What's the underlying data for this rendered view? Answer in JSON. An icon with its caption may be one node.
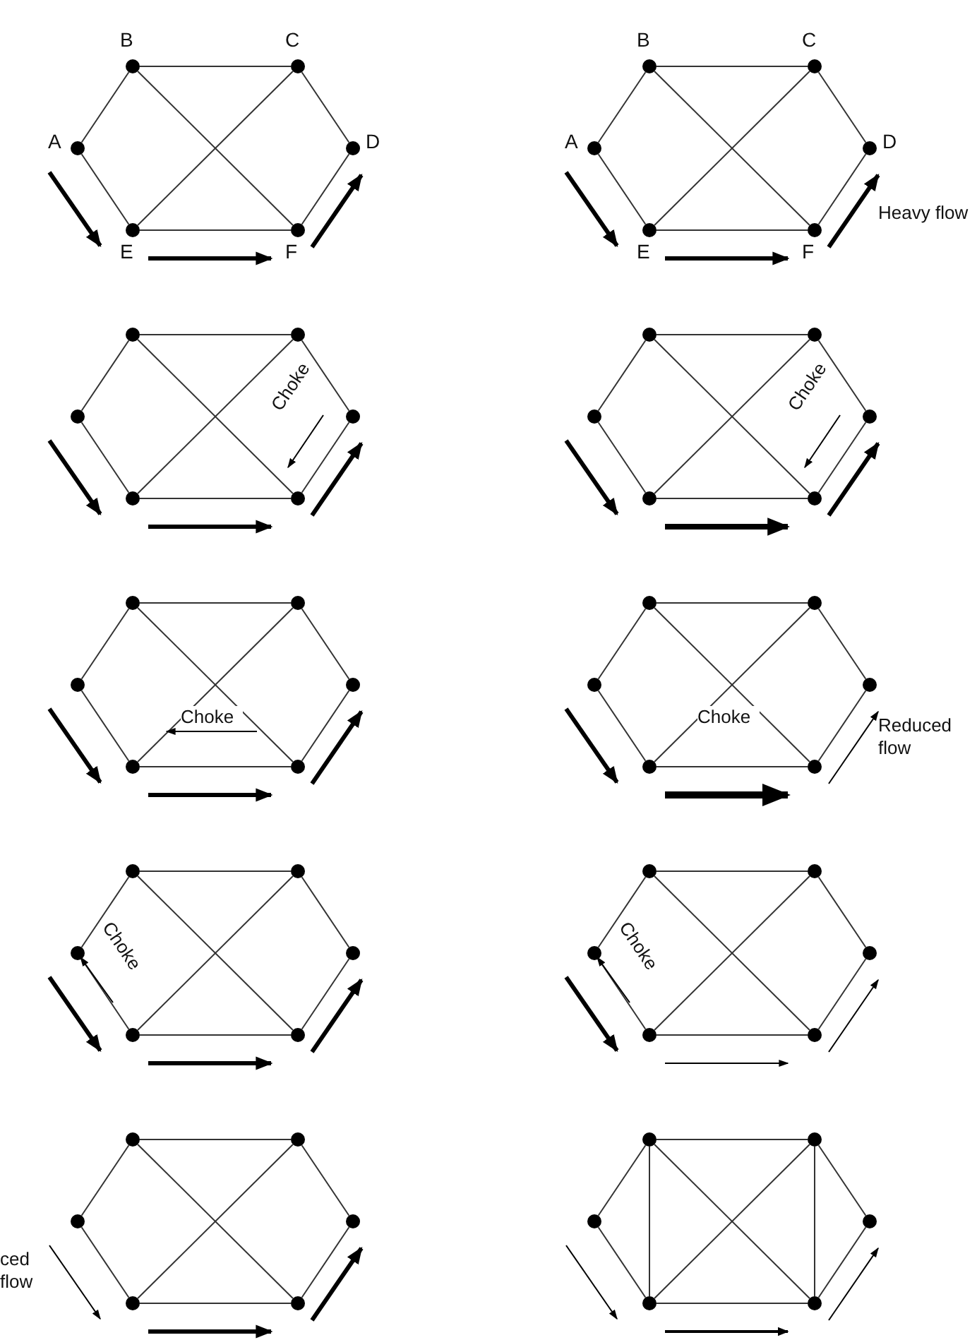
{
  "diagram": {
    "nodes": [
      {
        "text": [],
        "shape": "circle",
        "beside": [
          "B"
        ]
      },
      {
        "text": [],
        "shape": "circle",
        "beside": [
          "C"
        ]
      },
      {
        "text": [],
        "shape": "circle",
        "beside": [
          "A"
        ]
      },
      {
        "text": [],
        "shape": "circle",
        "beside": [
          "D"
        ]
      },
      {
        "text": [],
        "shape": "circle",
        "beside": [
          "E"
        ]
      },
      {
        "text": [],
        "shape": "circle",
        "beside": [
          "F"
        ]
      },
      {
        "text": [],
        "shape": "circle",
        "beside": [
          "B"
        ]
      },
      {
        "text": [],
        "shape": "circle",
        "beside": [
          "C"
        ]
      },
      {
        "text": [],
        "shape": "circle",
        "beside": [
          "A"
        ]
      },
      {
        "text": [],
        "shape": "circle",
        "beside": [
          "D"
        ]
      },
      {
        "text": [],
        "shape": "circle",
        "beside": [
          "E"
        ]
      },
      {
        "text": [],
        "shape": "circle",
        "beside": [
          "F"
        ]
      },
      {
        "text": [],
        "shape": "circle"
      },
      {
        "text": [],
        "shape": "circle"
      },
      {
        "text": [],
        "shape": "circle"
      },
      {
        "text": [],
        "shape": "circle"
      },
      {
        "text": [],
        "shape": "circle"
      },
      {
        "text": [],
        "shape": "circle"
      },
      {
        "text": [],
        "shape": "circle"
      },
      {
        "text": [],
        "shape": "circle"
      },
      {
        "text": [],
        "shape": "circle"
      },
      {
        "text": [],
        "shape": "circle"
      },
      {
        "text": [],
        "shape": "circle"
      },
      {
        "text": [],
        "shape": "circle"
      },
      {
        "text": [],
        "shape": "circle"
      },
      {
        "text": [],
        "shape": "circle"
      },
      {
        "text": [],
        "shape": "circle"
      },
      {
        "text": [],
        "shape": "circle"
      },
      {
        "text": [],
        "shape": "circle"
      },
      {
        "text": [],
        "shape": "circle"
      },
      {
        "text": [],
        "shape": "circle"
      },
      {
        "text": [],
        "shape": "circle"
      },
      {
        "text": [],
        "shape": "circle"
      },
      {
        "text": [],
        "shape": "circle"
      },
      {
        "text": [],
        "shape": "circle"
      },
      {
        "text": [],
        "shape": "circle"
      },
      {
        "text": [],
        "shape": "circle"
      },
      {
        "text": [],
        "shape": "circle"
      },
      {
        "text": [],
        "shape": "circle"
      },
      {
        "text": [],
        "shape": "circle"
      },
      {
        "text": [],
        "shape": "circle"
      },
      {
        "text": [],
        "shape": "circle"
      },
      {
        "text": [],
        "shape": "circle"
      },
      {
        "text": [],
        "shape": "circle"
      },
      {
        "text": [],
        "shape": "circle"
      },
      {
        "text": [],
        "shape": "circle"
      },
      {
        "text": [],
        "shape": "circle"
      },
      {
        "text": [],
        "shape": "circle"
      },
      {
        "text": [],
        "shape": "circle"
      },
      {
        "text": [],
        "shape": "circle"
      },
      {
        "text": [],
        "shape": "circle"
      },
      {
        "text": [],
        "shape": "circle"
      },
      {
        "text": [],
        "shape": "circle"
      },
      {
        "text": [],
        "shape": "circle"
      },
      {
        "text": [],
        "shape": "circle"
      },
      {
        "text": [],
        "shape": "circle"
      },
      {
        "text": [],
        "shape": "circle"
      },
      {
        "text": [],
        "shape": "circle"
      },
      {
        "text": [],
        "shape": "circle"
      },
      {
        "text": [],
        "shape": "circle"
      }
    ],
    "edges": [
      {
        "from": 2,
        "to": 0,
        "arrow": "none"
      },
      {
        "from": 0,
        "to": 1,
        "arrow": "none"
      },
      {
        "from": 1,
        "to": 3,
        "arrow": "none"
      },
      {
        "from": 2,
        "to": 4,
        "arrow": "none"
      },
      {
        "from": 4,
        "to": 5,
        "arrow": "none"
      },
      {
        "from": 5,
        "to": 3,
        "arrow": "none"
      },
      {
        "from": 0,
        "to": 5,
        "arrow": "none"
      },
      {
        "from": 1,
        "to": 4,
        "arrow": "none"
      },
      {
        "from": 8,
        "to": 6,
        "arrow": "none"
      },
      {
        "from": 6,
        "to": 7,
        "arrow": "none"
      },
      {
        "from": 7,
        "to": 9,
        "arrow": "none"
      },
      {
        "from": 8,
        "to": 10,
        "arrow": "none"
      },
      {
        "from": 10,
        "to": 11,
        "arrow": "none"
      },
      {
        "from": 11,
        "to": 9,
        "arrow": "none"
      },
      {
        "from": 6,
        "to": 11,
        "arrow": "none"
      },
      {
        "from": 7,
        "to": 10,
        "arrow": "none"
      },
      {
        "from": 14,
        "to": 12,
        "arrow": "none"
      },
      {
        "from": 12,
        "to": 13,
        "arrow": "none"
      },
      {
        "from": 13,
        "to": 15,
        "arrow": "none"
      },
      {
        "from": 14,
        "to": 16,
        "arrow": "none"
      },
      {
        "from": 16,
        "to": 17,
        "arrow": "none"
      },
      {
        "from": 17,
        "to": 15,
        "arrow": "none"
      },
      {
        "from": 12,
        "to": 17,
        "arrow": "none"
      },
      {
        "from": 13,
        "to": 16,
        "arrow": "none"
      },
      {
        "from": 20,
        "to": 18,
        "arrow": "none"
      },
      {
        "from": 18,
        "to": 19,
        "arrow": "none"
      },
      {
        "from": 19,
        "to": 21,
        "arrow": "none"
      },
      {
        "from": 20,
        "to": 22,
        "arrow": "none"
      },
      {
        "from": 22,
        "to": 23,
        "arrow": "none"
      },
      {
        "from": 23,
        "to": 21,
        "arrow": "none"
      },
      {
        "from": 18,
        "to": 23,
        "arrow": "none"
      },
      {
        "from": 19,
        "to": 22,
        "arrow": "none"
      },
      {
        "from": 26,
        "to": 24,
        "arrow": "none"
      },
      {
        "from": 24,
        "to": 25,
        "arrow": "none"
      },
      {
        "from": 25,
        "to": 27,
        "arrow": "none"
      },
      {
        "from": 26,
        "to": 28,
        "arrow": "none"
      },
      {
        "from": 28,
        "to": 29,
        "arrow": "none"
      },
      {
        "from": 29,
        "to": 27,
        "arrow": "none"
      },
      {
        "from": 24,
        "to": 29,
        "arrow": "none"
      },
      {
        "from": 25,
        "to": 28,
        "arrow": "none"
      },
      {
        "from": 32,
        "to": 30,
        "arrow": "none"
      },
      {
        "from": 30,
        "to": 31,
        "arrow": "none"
      },
      {
        "from": 31,
        "to": 33,
        "arrow": "none"
      },
      {
        "from": 32,
        "to": 34,
        "arrow": "none"
      },
      {
        "from": 34,
        "to": 35,
        "arrow": "none"
      },
      {
        "from": 35,
        "to": 33,
        "arrow": "none"
      },
      {
        "from": 30,
        "to": 35,
        "arrow": "none"
      },
      {
        "from": 31,
        "to": 34,
        "arrow": "none"
      },
      {
        "from": 38,
        "to": 36,
        "arrow": "none"
      },
      {
        "from": 36,
        "to": 37,
        "arrow": "none"
      },
      {
        "from": 37,
        "to": 39,
        "arrow": "none"
      },
      {
        "from": 38,
        "to": 40,
        "arrow": "none"
      },
      {
        "from": 40,
        "to": 41,
        "arrow": "none"
      },
      {
        "from": 41,
        "to": 39,
        "arrow": "none"
      },
      {
        "from": 36,
        "to": 41,
        "arrow": "none"
      },
      {
        "from": 37,
        "to": 40,
        "arrow": "none"
      },
      {
        "from": 44,
        "to": 42,
        "arrow": "none"
      },
      {
        "from": 42,
        "to": 43,
        "arrow": "none"
      },
      {
        "from": 43,
        "to": 45,
        "arrow": "none"
      },
      {
        "from": 44,
        "to": 46,
        "arrow": "none"
      },
      {
        "from": 46,
        "to": 47,
        "arrow": "none"
      },
      {
        "from": 47,
        "to": 45,
        "arrow": "none"
      },
      {
        "from": 42,
        "to": 47,
        "arrow": "none"
      },
      {
        "from": 43,
        "to": 46,
        "arrow": "none"
      },
      {
        "from": 50,
        "to": 48,
        "arrow": "none"
      },
      {
        "from": 48,
        "to": 49,
        "arrow": "none"
      },
      {
        "from": 49,
        "to": 51,
        "arrow": "none"
      },
      {
        "from": 50,
        "to": 52,
        "arrow": "none"
      },
      {
        "from": 52,
        "to": 53,
        "arrow": "none"
      },
      {
        "from": 53,
        "to": 51,
        "arrow": "none"
      },
      {
        "from": 48,
        "to": 53,
        "arrow": "none"
      },
      {
        "from": 49,
        "to": 52,
        "arrow": "none"
      },
      {
        "from": 56,
        "to": 54,
        "arrow": "none"
      },
      {
        "from": 54,
        "to": 55,
        "arrow": "none"
      },
      {
        "from": 55,
        "to": 57,
        "arrow": "none"
      },
      {
        "from": 56,
        "to": 58,
        "arrow": "none"
      },
      {
        "from": 58,
        "to": 59,
        "arrow": "none"
      },
      {
        "from": 59,
        "to": 57,
        "arrow": "none"
      },
      {
        "from": 54,
        "to": 59,
        "arrow": "none"
      },
      {
        "from": 55,
        "to": 58,
        "arrow": "none"
      },
      {
        "from": 54,
        "to": 58,
        "arrow": "none"
      },
      {
        "from": 55,
        "to": 59,
        "arrow": "none"
      }
    ],
    "labels": [
      "Heavy flow",
      "Choke",
      "Choke",
      "Choke",
      "Choke",
      "Reduced flow",
      "Choke",
      "Choke",
      "ced flow"
    ]
  }
}
